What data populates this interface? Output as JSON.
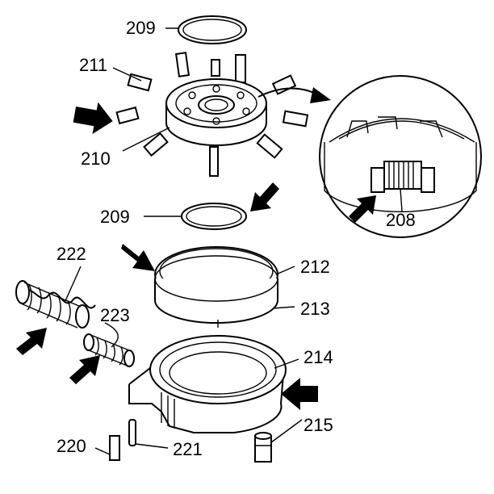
{
  "callouts": {
    "c209_top": "209",
    "c211": "211",
    "c210": "210",
    "c209_mid": "209",
    "c208": "208",
    "c212": "212",
    "c213": "213",
    "c222": "222",
    "c223": "223",
    "c214": "214",
    "c215": "215",
    "c220": "220",
    "c221": "221"
  }
}
